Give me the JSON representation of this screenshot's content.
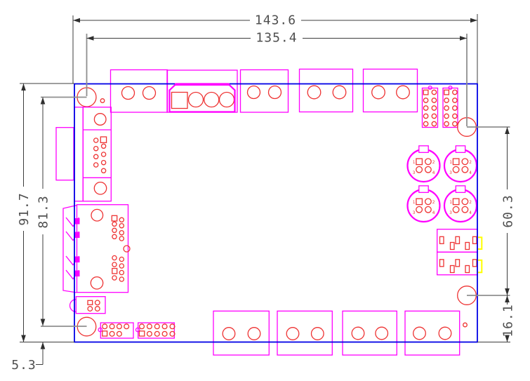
{
  "dimensions": {
    "top_outer": "143.6",
    "top_inner": "135.4",
    "left_outer": "91.7",
    "left_inner": "81.3",
    "right_upper": "60.3",
    "right_lower": "16.1",
    "bottom_left": "5.3"
  },
  "din_pin_labels": [
    "1",
    "2",
    "3",
    "4"
  ],
  "colors": {
    "board_outline": "#0000e6",
    "component_outline": "#ff00ff",
    "pad": "#ee3333",
    "highlight": "#ffff00",
    "dimension_line": "#3c3c3c",
    "dimension_text": "#4f4f4f"
  }
}
